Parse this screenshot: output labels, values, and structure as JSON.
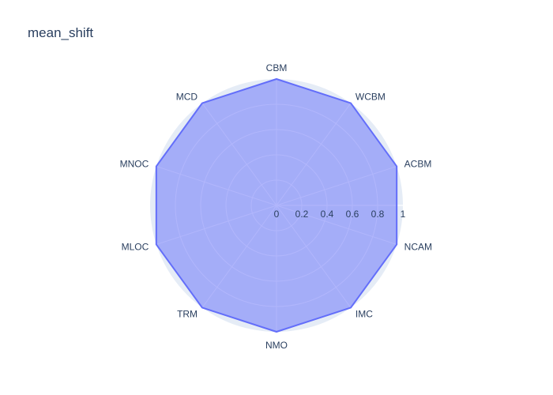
{
  "chart_data": {
    "type": "radar",
    "title": "mean_shift",
    "categories": [
      "CBM",
      "WCBM",
      "ACBM",
      "NCAM",
      "IMC",
      "NMO",
      "TRM",
      "MLOC",
      "MNOC",
      "MCD"
    ],
    "series": [
      {
        "values": [
          1,
          1,
          1,
          1,
          1,
          1,
          1,
          1,
          1,
          1
        ]
      }
    ],
    "radial_range": [
      0,
      1
    ],
    "radial_ticks": [
      "0",
      "0.2",
      "0.4",
      "0.6",
      "0.8",
      "1"
    ],
    "direction": "clockwise",
    "rotation_start": "top",
    "grid": true,
    "legend": false
  },
  "colors": {
    "background": "#ffffff",
    "polar_background": "#e5ecf6",
    "grid": "#ffffff",
    "series_fill": "#636efa",
    "series_line": "#636efa",
    "text": "#2a3f5f"
  }
}
